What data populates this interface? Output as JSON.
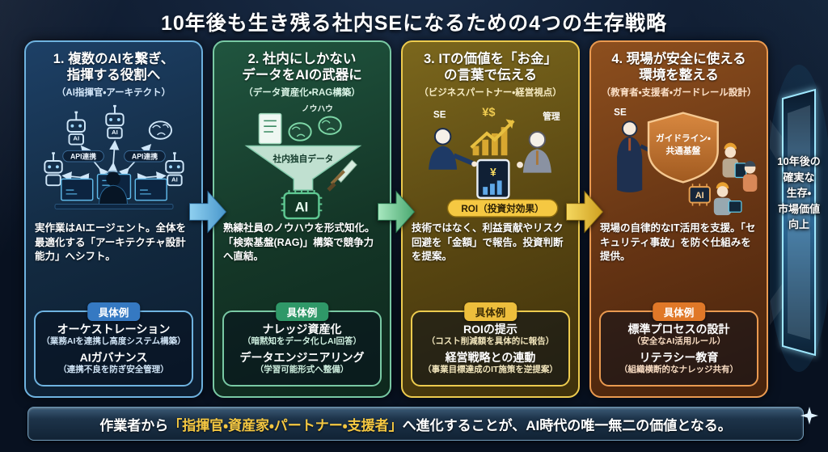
{
  "title": "10年後も生き残る社内SEになるための4つの生存戦略",
  "examples_badge": "具体例",
  "panels": [
    {
      "title_line1": "1. 複数のAIを繋ぎ、",
      "title_line2": "指揮する役割へ",
      "subtitle": "（AI指揮官・アーキテクト）",
      "body": "実作業はAIエージェント。全体を最適化する「アーキテクチャ設計能力」へシフト。",
      "illustration": {
        "robot_label": "AI",
        "api_left": "API連携",
        "api_right": "API連携"
      },
      "examples": [
        {
          "title": "オーケストレーション",
          "desc": "（業務AIを連携し高度システム構築）"
        },
        {
          "title": "AIガバナンス",
          "desc": "（連携不良を防ぎ安全管理）"
        }
      ]
    },
    {
      "title_line1": "2. 社内にしかない",
      "title_line2": "データをAIの武器に",
      "subtitle": "（データ資産化・RAG構築）",
      "body": "熟練社員のノウハウを形式知化。「検索基盤(RAG)」構築で競争力へ直結。",
      "illustration": {
        "top_label": "ノウハウ",
        "funnel_label": "社内独自データ",
        "chip_label": "AI"
      },
      "examples": [
        {
          "title": "ナレッジ資産化",
          "desc": "（暗黙知をデータ化しAI回答）"
        },
        {
          "title": "データエンジニアリング",
          "desc": "（学習可能形式へ整備）"
        }
      ]
    },
    {
      "title_line1": "3. ITの価値を「お金」",
      "title_line2": "の言葉で伝える",
      "subtitle": "（ビジネスパートナー・経営視点）",
      "body": "技術ではなく、利益貢献やリスク回避を「金額」で報告。投資判断を提案。",
      "illustration": {
        "left_label": "SE",
        "chart_label": "¥$",
        "right_label": "管理",
        "tablet_label": "¥",
        "roi_badge": "ROI（投資対効果）"
      },
      "examples": [
        {
          "title": "ROIの提示",
          "desc": "（コスト削減額を具体的に報告）"
        },
        {
          "title": "経営戦略との連動",
          "desc": "（事業目標達成のIT施策を逆提案）"
        }
      ]
    },
    {
      "title_line1": "4. 現場が安全に使える",
      "title_line2": "環境を整える",
      "subtitle": "（教育者・支援者・ガードレール設計）",
      "body": "現場の自律的なIT活用を支援。「セキュリティ事故」を防ぐ仕組みを提供。",
      "illustration": {
        "person_label": "SE",
        "shield_line1": "ガイドライン・",
        "shield_line2": "共通基盤",
        "chip_label": "AI"
      },
      "examples": [
        {
          "title": "標準プロセスの設計",
          "desc": "（安全なAI活用ルール）"
        },
        {
          "title": "リテラシー教育",
          "desc": "（組織横断的なナレッジ共有）"
        }
      ]
    }
  ],
  "door": {
    "lines": [
      "10年後の",
      "確実な",
      "生存・",
      "市場価値",
      "向上"
    ]
  },
  "footer": {
    "prefix": "作業者から",
    "highlight": "「指揮官・資産家・パートナー・支援者」",
    "suffix": "へ進化することが、AI時代の唯一無二の価値となる。"
  },
  "colors": {
    "background": "#0b1526",
    "panel_accents": [
      "#6fb3e0",
      "#79c9a4",
      "#edcb4e",
      "#ea9a50"
    ],
    "highlight_gold": "#f5c842"
  }
}
